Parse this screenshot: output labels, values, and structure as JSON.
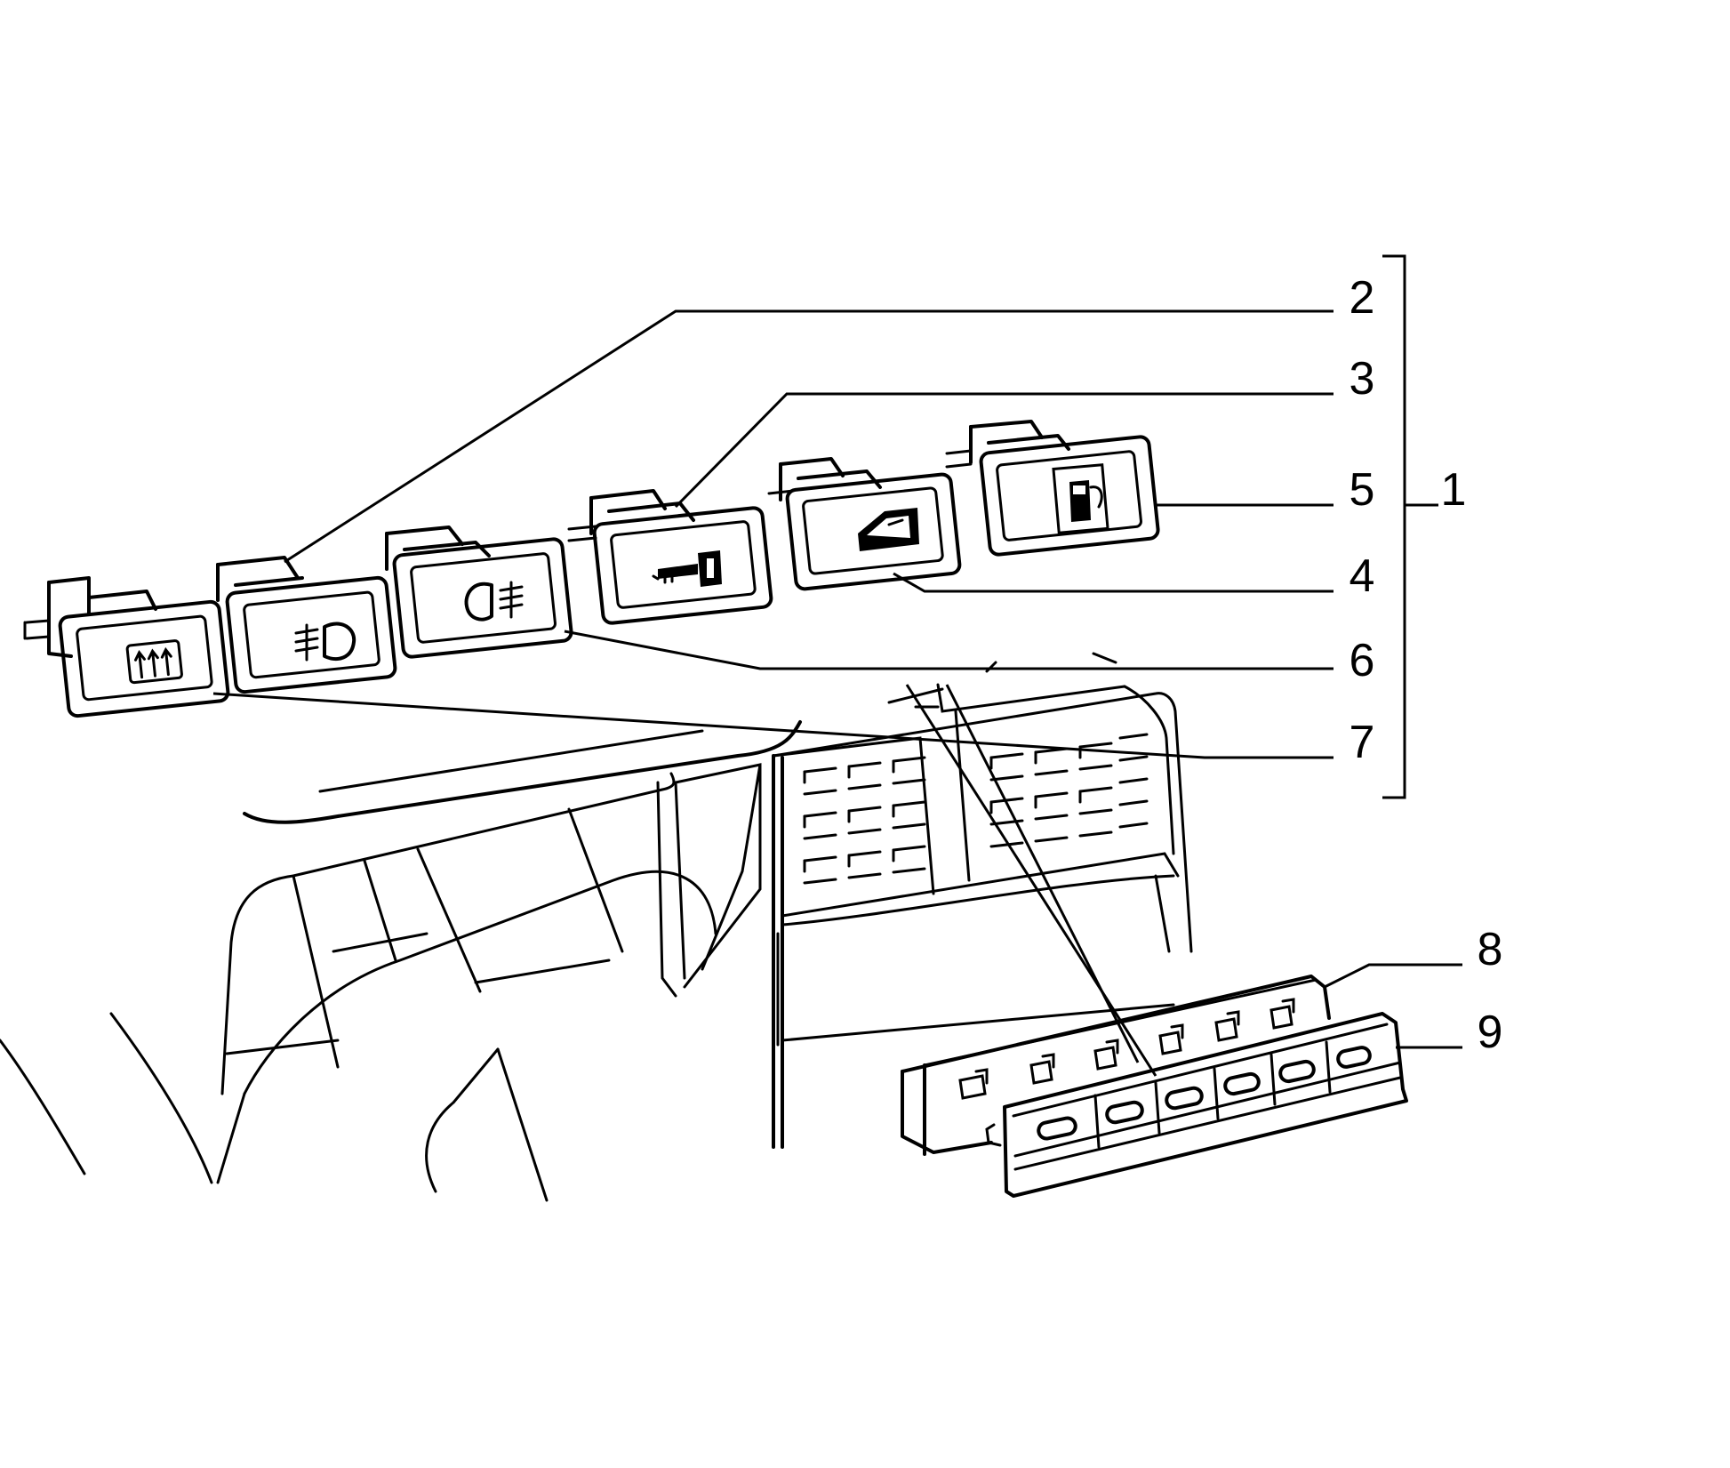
{
  "callouts": {
    "c1": "1",
    "c2": "2",
    "c3": "3",
    "c4": "4",
    "c5": "5",
    "c6": "6",
    "c7": "7",
    "c8": "8",
    "c9": "9"
  },
  "icons": {
    "switch_7": "rear-defrost-icon",
    "switch_2": "front-fog-lamp-icon",
    "switch_6": "rear-fog-lamp-icon",
    "switch_3": "key-lock-icon",
    "switch_4": "power-window-icon",
    "switch_5": "fuel-pump-icon"
  },
  "colors": {
    "ink": "#000000",
    "paper": "#ffffff"
  }
}
